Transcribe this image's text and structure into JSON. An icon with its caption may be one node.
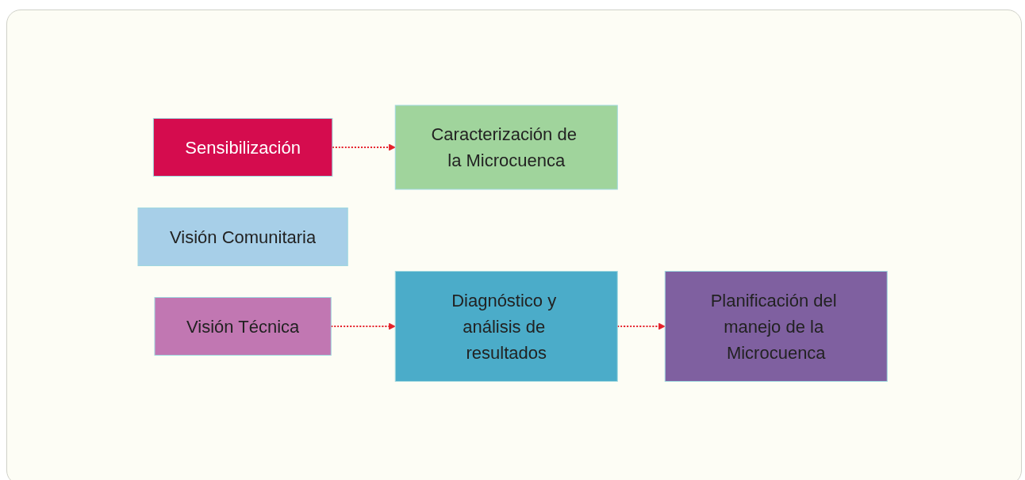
{
  "diagram": {
    "nodes": [
      {
        "text": [
          "Sensibilización"
        ]
      },
      {
        "text": [
          "Caracterización de la Microcuenca"
        ]
      },
      {
        "text": [
          "Visión Comunitaria"
        ]
      },
      {
        "text": [
          "Visión Técnica"
        ]
      },
      {
        "text": [
          "Diagnóstico y análisis de resultados"
        ]
      },
      {
        "text": [
          "Planificación del manejo de la Microcuenca"
        ]
      }
    ],
    "edges": [
      {
        "from": 0,
        "to": 1,
        "arrow": "to",
        "style": "dashed"
      },
      {
        "from": 3,
        "to": 4,
        "arrow": "to",
        "style": "dashed"
      },
      {
        "from": 4,
        "to": 5,
        "arrow": "to",
        "style": "dashed"
      }
    ]
  }
}
